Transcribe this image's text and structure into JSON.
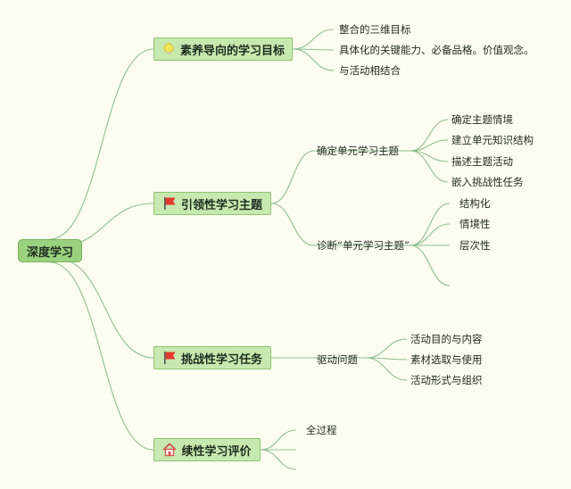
{
  "root": {
    "label": "深度学习"
  },
  "branches": [
    {
      "label": "素养导向的学习目标",
      "icon": "lightbulb-icon",
      "children": [
        "整合的三维目标",
        "具体化的关键能力、必备品格。价值观念。",
        "与活动相结合"
      ]
    },
    {
      "label": "引领性学习主题",
      "icon": "red-flag-icon",
      "children": [
        {
          "label": "确定单元学习主题",
          "children": [
            "确定主题情境",
            "建立单元知识结构",
            "描述主题活动",
            "嵌入挑战性任务"
          ]
        },
        {
          "label": "诊断“单元学习主题”",
          "children": [
            "结构化",
            "情境性",
            "层次性",
            ""
          ]
        }
      ]
    },
    {
      "label": "挑战性学习任务",
      "icon": "red-flag-icon",
      "children": [
        {
          "label": "驱动问题",
          "children": [
            "活动目的与内容",
            "素材选取与使用",
            "活动形式与组织"
          ]
        }
      ]
    },
    {
      "label": "续性学习评价",
      "icon": "home-icon",
      "children": [
        "全过程",
        "",
        ""
      ]
    }
  ],
  "colors": {
    "line": "#8fbf8f",
    "node_fill": "#c7e9b0",
    "root_fill": "#9ad17e",
    "flag": "#e23a2e",
    "bulb": "#f2e35a",
    "home": "#d9534f"
  }
}
